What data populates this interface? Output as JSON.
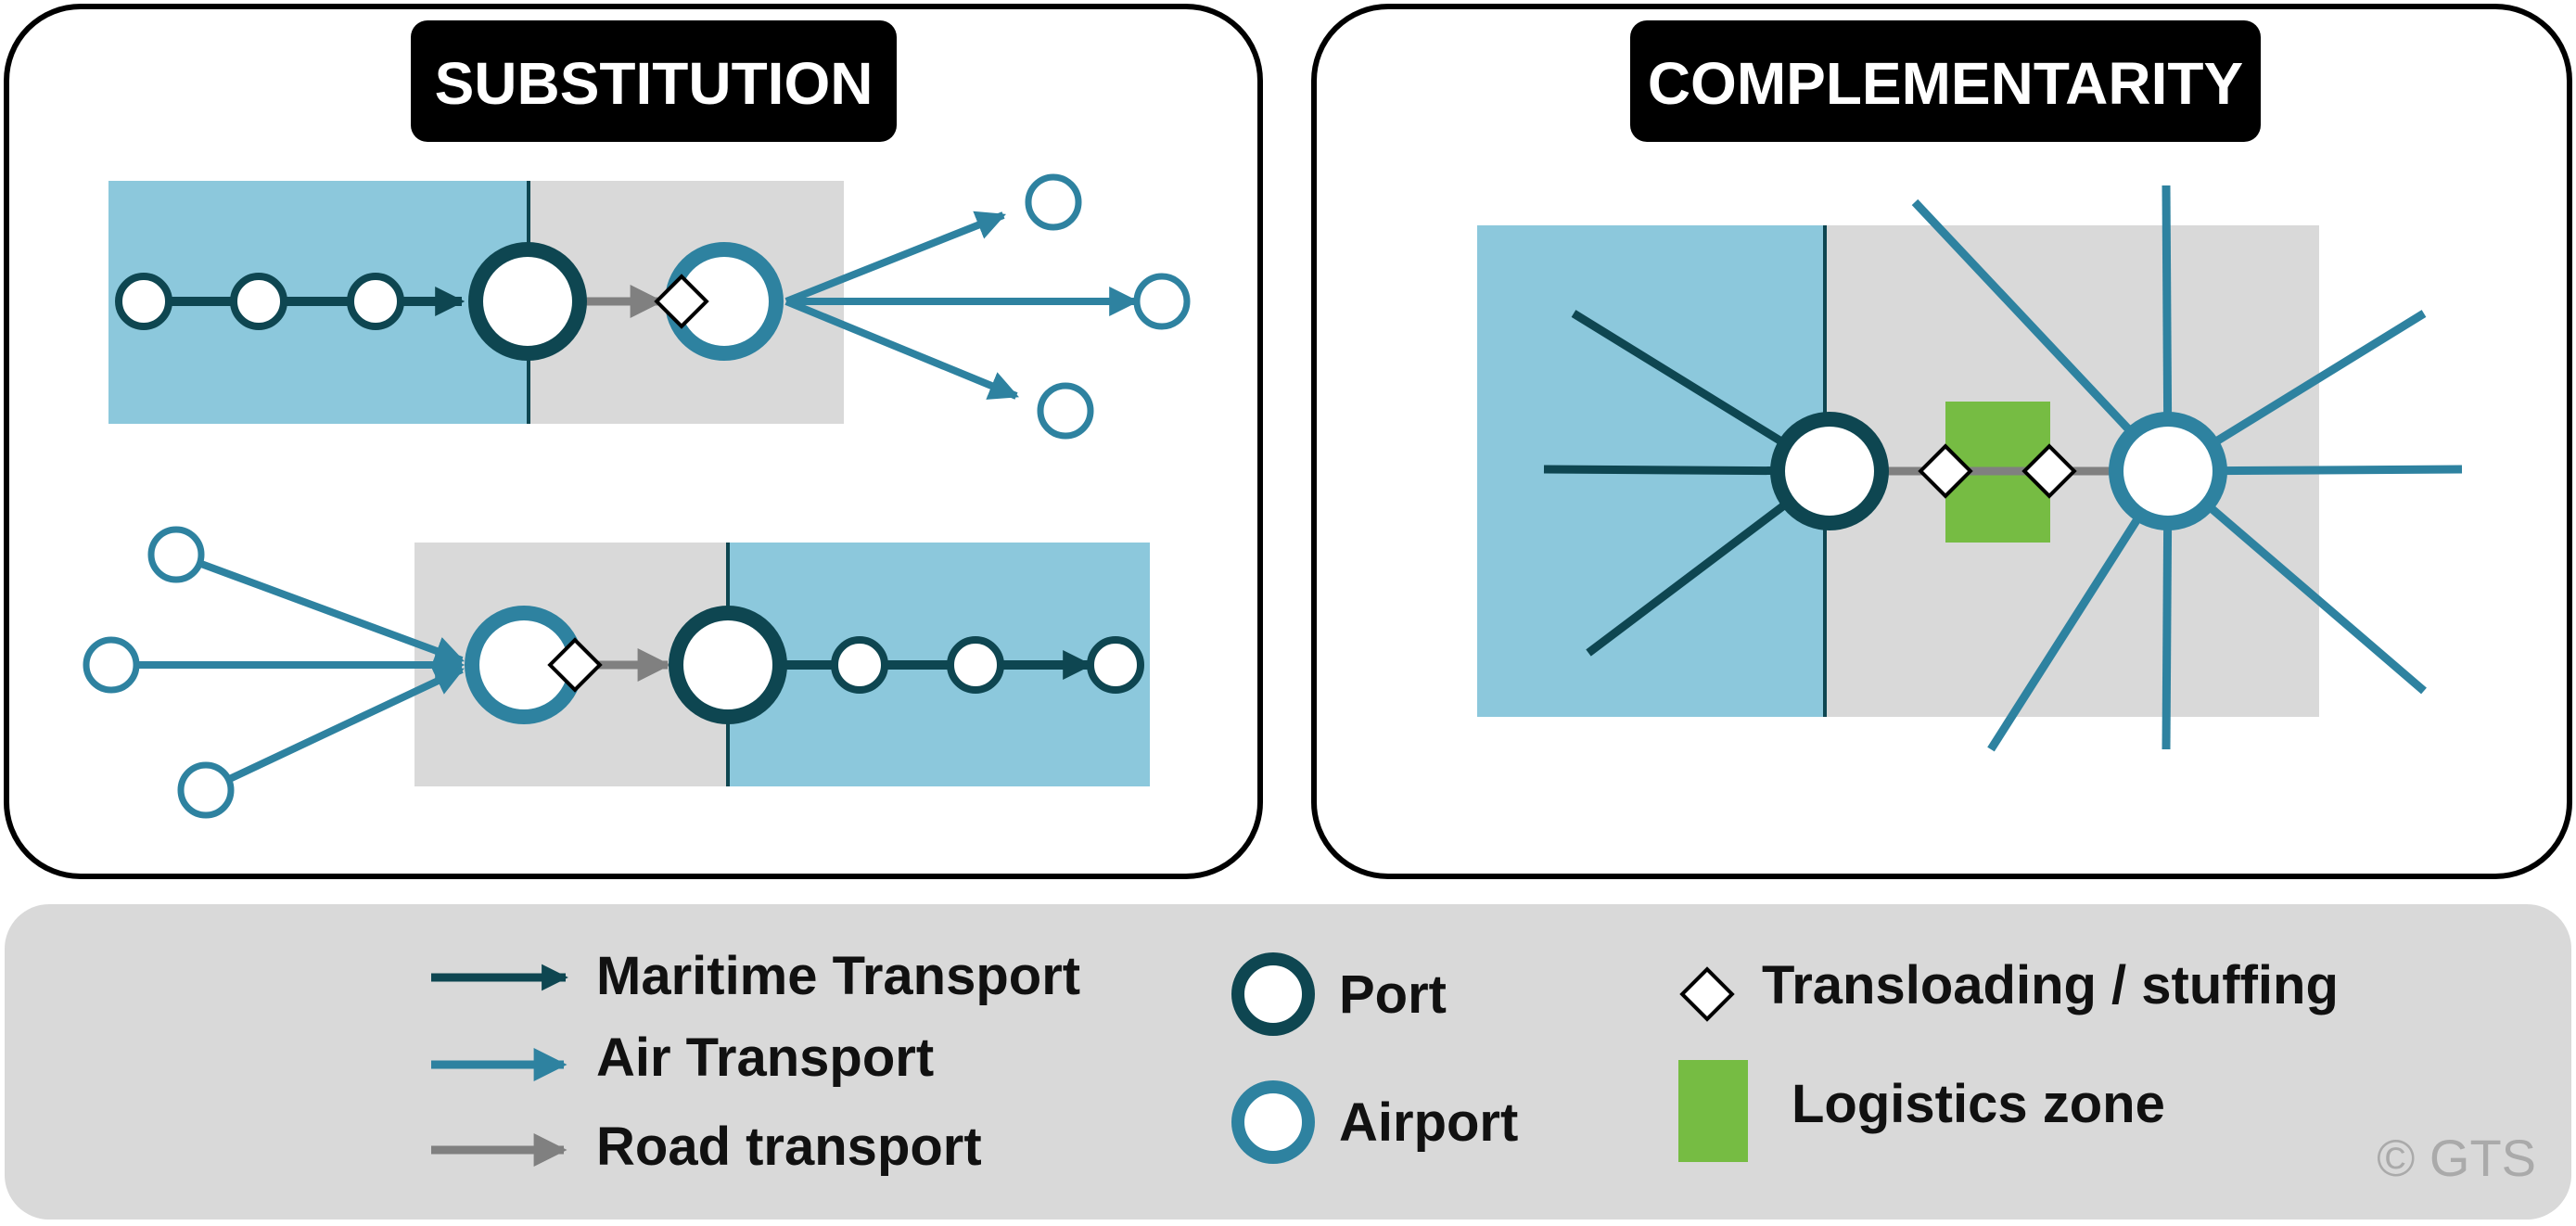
{
  "panels": {
    "substitution": {
      "title": "SUBSTITUTION"
    },
    "complementarity": {
      "title": "COMPLEMENTARITY"
    }
  },
  "legend": {
    "maritime": "Maritime Transport",
    "air": "Air Transport",
    "road": "Road transport",
    "port": "Port",
    "airport": "Airport",
    "transloading": "Transloading / stuffing",
    "logistics_zone": "Logistics zone"
  },
  "copyright": "© GTS",
  "colors": {
    "sea_zone": "#8cc8dc",
    "land_zone": "#d9d9d9",
    "maritime": "#0e4651",
    "air": "#2e82a0",
    "road": "#808080",
    "logistics_zone": "#76bc43",
    "legend_bg": "#d9d9d9",
    "title_bg": "#000000"
  }
}
